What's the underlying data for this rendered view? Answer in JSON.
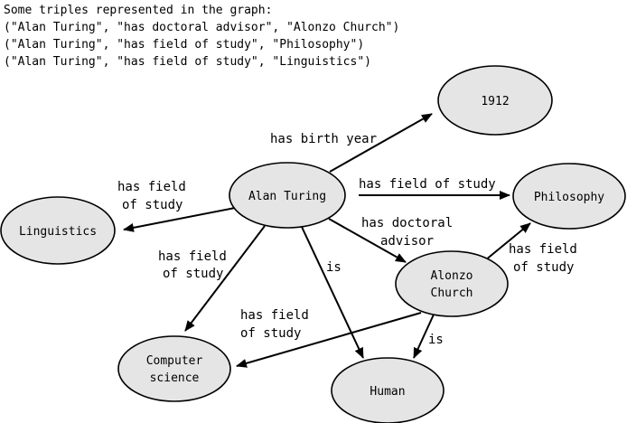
{
  "header": {
    "intro": "Some triples represented in the graph:",
    "triples": [
      "(\"Alan Turing\", \"has doctoral advisor\", \"Alonzo Church\")",
      "(\"Alan Turing\", \"has field of study\", \"Philosophy\")",
      "(\"Alan Turing\", \"has field of study\", \"Linguistics\")"
    ]
  },
  "nodes": {
    "year": "1912",
    "turing": "Alan Turing",
    "philosophy": "Philosophy",
    "linguistics": "Linguistics",
    "church_1": "Alonzo",
    "church_2": "Church",
    "cs_1": "Computer",
    "cs_2": "science",
    "human": "Human"
  },
  "edges": {
    "birth_year": "has birth year",
    "turing_philosophy": "has field of study",
    "turing_linguistics_1": "has field",
    "turing_linguistics_2": "of study",
    "advisor_1": "has doctoral",
    "advisor_2": "advisor",
    "turing_cs_1": "has field",
    "turing_cs_2": "of study",
    "turing_human": "is",
    "church_philosophy_1": "has field",
    "church_philosophy_2": "of study",
    "church_cs_1": "has field",
    "church_cs_2": "of study",
    "church_human": "is"
  }
}
